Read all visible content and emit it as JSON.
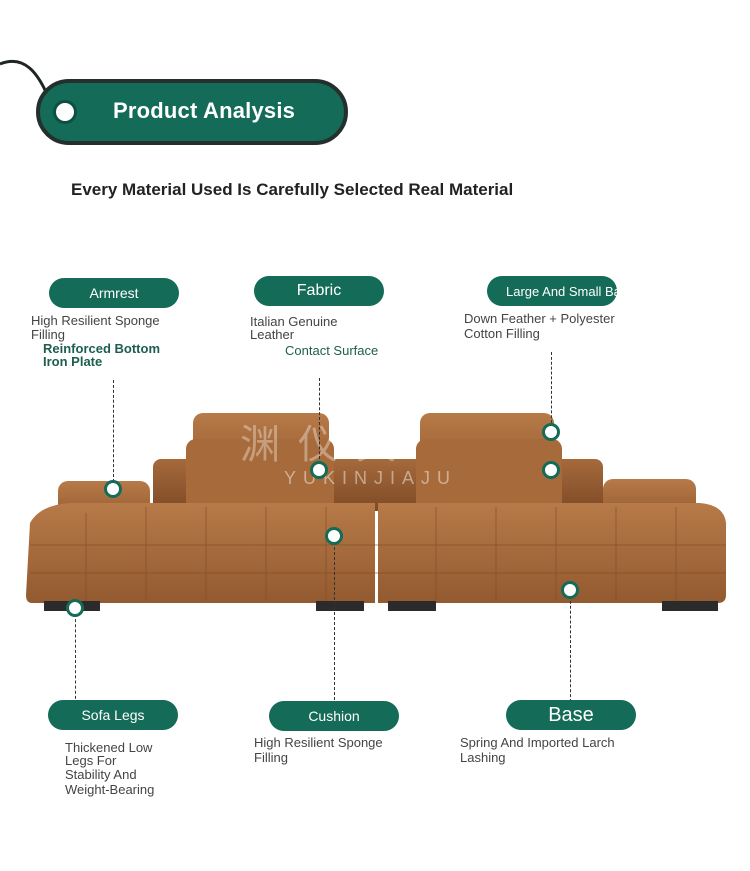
{
  "header": {
    "tag_title": "Product Analysis",
    "subtitle": "Every Material Used Is Carefully Selected Real Material"
  },
  "watermark": {
    "chinese": "渊仪具",
    "latin": "YUKINJIAJU"
  },
  "labels": {
    "armrest": {
      "title": "Armrest",
      "desc_line1": "High Resilient Sponge",
      "desc_line2": "Filling",
      "extra_line1": "Reinforced Bottom",
      "extra_line2": "Iron Plate"
    },
    "fabric": {
      "title": "Fabric",
      "desc_line1": "Italian Genuine",
      "desc_line2": "Leather",
      "extra": "Contact Surface"
    },
    "cushions": {
      "title": "Large And Small Back Cushions",
      "desc_line1": "Down Feather + Polyester",
      "desc_line2": "Cotton Filling"
    },
    "legs": {
      "title": "Sofa Legs",
      "desc_line1": "Thickened Low",
      "desc_line2": "Legs For",
      "desc_line3": "Stability And",
      "desc_line4": "Weight-Bearing"
    },
    "cushion": {
      "title": "Cushion",
      "desc_line1": "High Resilient Sponge",
      "desc_line2": "Filling"
    },
    "base": {
      "title": "Base",
      "desc_line1": "Spring And Imported Larch",
      "desc_line2": "Lashing"
    }
  },
  "colors": {
    "accent": "#146b58",
    "leather": "#a8683a"
  }
}
